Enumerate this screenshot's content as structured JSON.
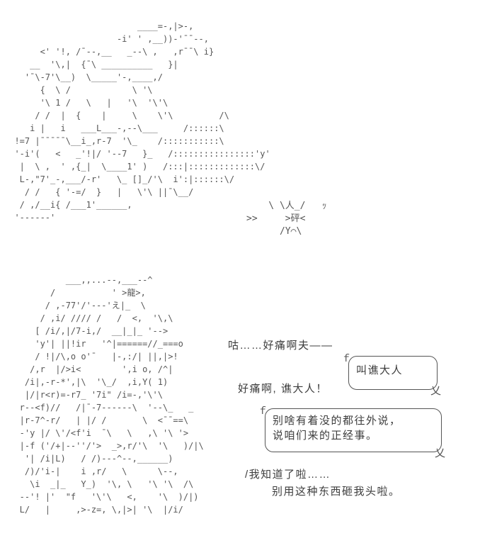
{
  "page": {
    "background_color": "#ffffff",
    "art_color": "#565656",
    "text_color": "#3d3d3d"
  },
  "ascii_art": {
    "top_figure": {
      "description": "reclining-figure-hit-by-thrown-object",
      "lines": [
        "                          ____=-,|>-,",
        "                      -i' ' ,__))-'¯¯--,",
        "       <' '!, /¯--,__   _--\\ ,   ,r¯¯\\ i}",
        "     __  '\\,|  {¯\\ __________   }|",
        "    '¯\\-7'\\__)  \\_____'-,____,/",
        "       {  \\ /            \\ '\\",
        "       '\\ 1 /   \\   |   '\\  '\\'\\",
        "      / /  |  {    |     \\    \\'\\         /\\",
        "     i |   i   ___L___-,--\\___     /::::::\\",
        "  !=7 |¯¯¯¯¯\\__i_,r-7  '\\_    /:::::::::::\\",
        "  '-i'(   <   _'!|/ '--7   }_   /::::::::::::::::'y'",
        "   |  \\ ,  ' ,{_|  \\____1' )   /:::|:::::::::::::\\/",
        "   L-,\"7'_-,___/-r'   \\_ []_/'\\  i':|::::::\\/",
        "    / /   { '-=/  }   |   \\'\\ ||¯\\__/",
        "   / ,/__i{ /___1'______,",
        "  '------'"
      ]
    },
    "impact_effect": {
      "sfx_text": "砰",
      "lines": [
        "    \\ \\人_/   ｯ",
        ">>     >砰<",
        "      /Y⌒\\"
      ]
    },
    "bottom_figure": {
      "description": "kneeling-figure-with-dragon-emblem",
      "emblem_text": "龍",
      "lines": [
        "            ___,,...--,___--^",
        "         /           ' >龍>,",
        "        / ,-77'/'---'え|_  \\",
        "       / ,i/ //// /   /  <,  '\\,\\",
        "      [ /i/,|/7-i,/  __|_|_ '-->",
        "      'y'| ||!ir   '^|======//_===o",
        "      / !|/\\,o o'¯   |-,:/| ||,|>!",
        "     /,r  |/>i<        ',i o, /^|",
        "    /i|,-r-*',|\\  '\\_/  ,i,Y( 1)",
        "    |/|r<r)=-r7_ '7i\" /i=-,'\\'\\",
        "   r--<f)//   /|¯-7------\\  '--\\_   _",
        "   |r-7^-r/   | |/ /       \\  <¯¯==\\",
        "   -'y |/ \\'/<f'i  ¯\\   \\   ,\\ '\\ '>",
        "   |-f ('/+|--''/'>  _>,r/'\\  '\\   )/|\\",
        "    '| /i|L)   / /)---^--,______)",
        "    /)/'i-|    i ,r/   \\      \\--,",
        "     \\i  _|_   Y_)  '\\, \\   '\\ '\\  /\\",
        "   --'! |'  \"f   '\\'\\   <,    '\\  )/|)",
        "   L/   |     ,>-z=, \\,|>| '\\  |/i/"
      ]
    }
  },
  "dialogue": {
    "line1": "咕……好痛啊夫――",
    "line2": "好痛啊, 谯大人！",
    "line3": "/我知道了啦……",
    "line4": "别用这种东西砸我头啦。",
    "bubble1": {
      "text": "叫谯大人",
      "tail_top_glyph": "ｆ",
      "tail_bottom_glyph": "乂"
    },
    "bubble2": {
      "text_line1": "别啥有着没的都往外说，",
      "text_line2": "说咱们来的正经事。",
      "tail_top_glyph": "ｆ",
      "tail_bottom_glyph": "乂"
    }
  }
}
